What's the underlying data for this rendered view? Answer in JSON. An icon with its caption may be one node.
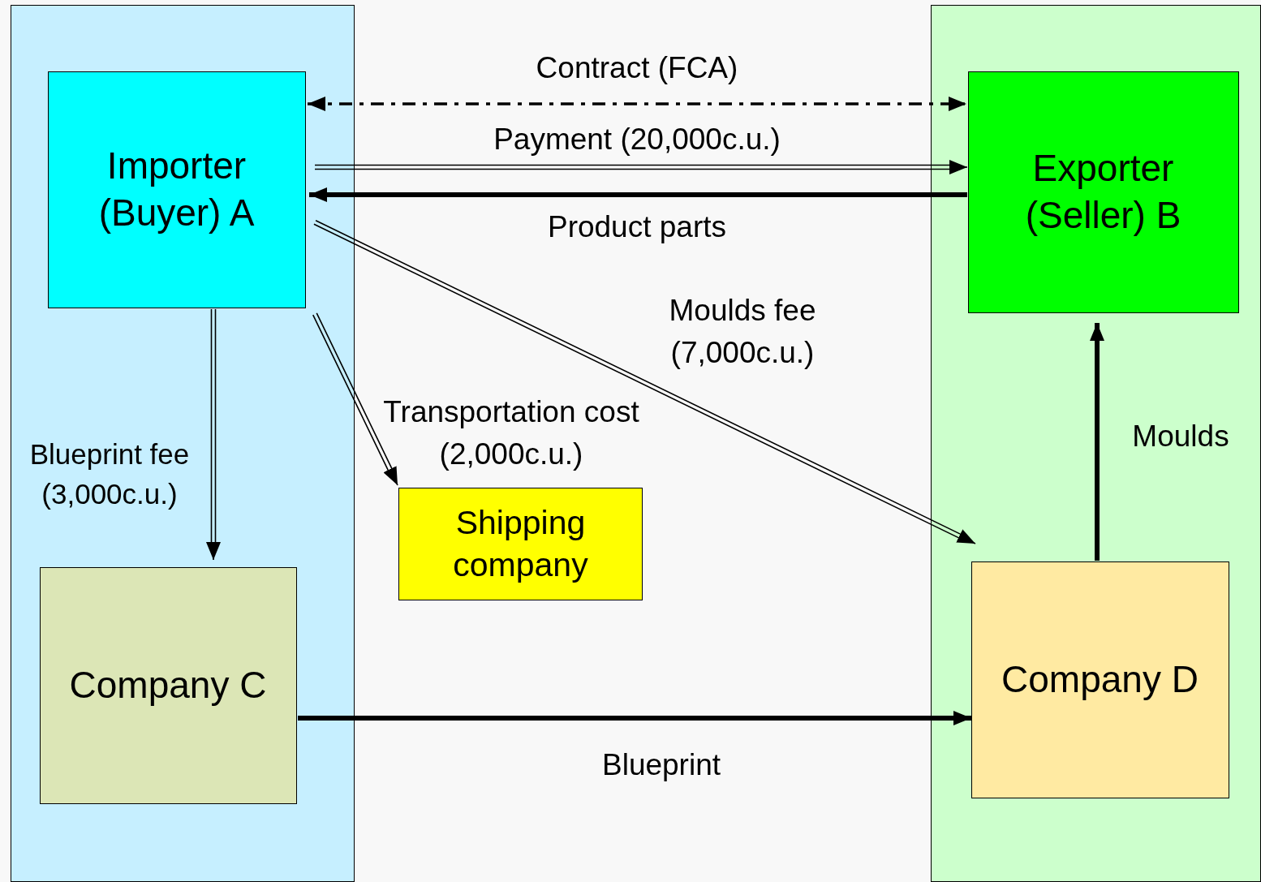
{
  "diagram": {
    "nodes": [
      {
        "text": [],
        "shape": "box"
      },
      {
        "text": [],
        "shape": "box"
      },
      {
        "text": [
          "Importer (Buyer) A"
        ],
        "in": 0
      },
      {
        "text": [
          "Exporter (Seller) B"
        ],
        "in": 1
      },
      {
        "text": [
          "Shipping company"
        ]
      },
      {
        "text": [
          "Company C"
        ],
        "in": 0
      },
      {
        "text": [
          "Company D"
        ],
        "in": 1
      }
    ],
    "edges": [
      {
        "from": 2,
        "to": 3,
        "arrow": "both",
        "label": "Contract (FCA)",
        "style": "dashed"
      },
      {
        "from": 2,
        "to": 3,
        "arrow": "to",
        "label": "Payment (20,000c.u.)"
      },
      {
        "from": 3,
        "to": 2,
        "arrow": "to",
        "label": "Product parts",
        "style": "thick"
      },
      {
        "from": 2,
        "to": 6,
        "arrow": "to",
        "label": "Moulds fee (7,000c.u.)"
      },
      {
        "from": 2,
        "to": 4,
        "arrow": "to",
        "label": "Transportation cost (2,000c.u.)"
      },
      {
        "from": 2,
        "to": 5,
        "arrow": "to",
        "label": "Blueprint fee (3,000c.u.)"
      },
      {
        "from": 5,
        "to": 6,
        "arrow": "to",
        "label": "Blueprint",
        "style": "thick"
      },
      {
        "from": 6,
        "to": 3,
        "arrow": "to",
        "label": "Moulds",
        "style": "thick"
      }
    ]
  }
}
